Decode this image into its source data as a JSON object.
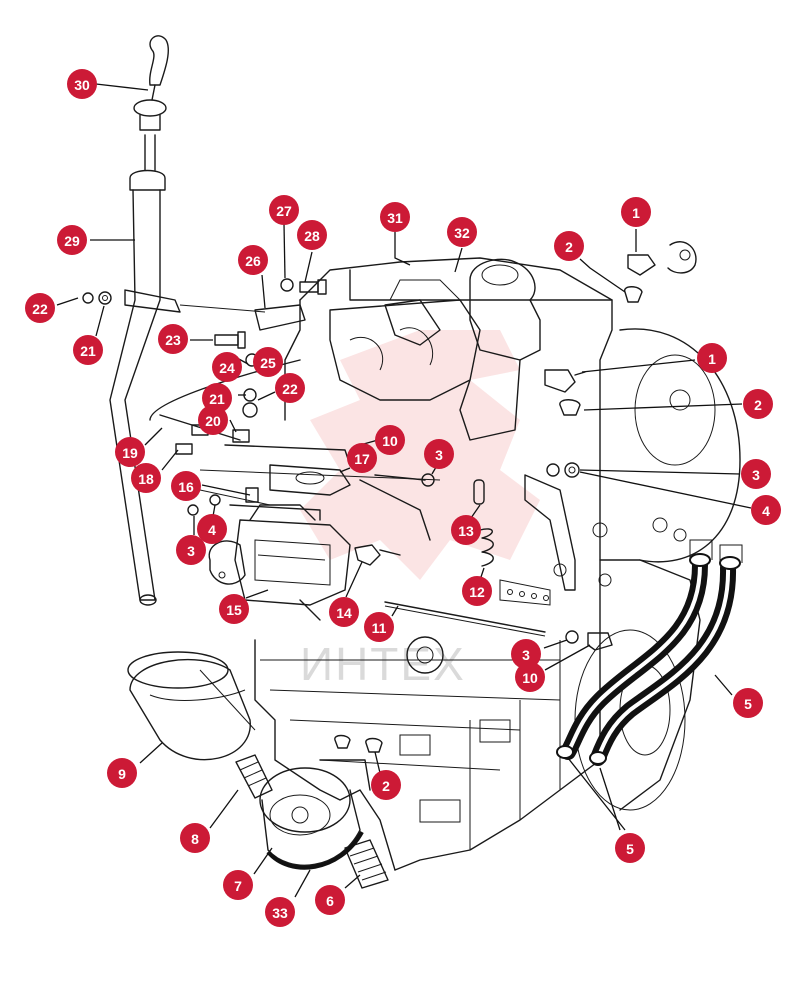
{
  "diagram": {
    "callouts": [
      {
        "id": "c30a",
        "label": "30"
      },
      {
        "id": "c29a",
        "label": "29"
      },
      {
        "id": "c22a",
        "label": "22"
      },
      {
        "id": "c21a",
        "label": "21"
      },
      {
        "id": "c27a",
        "label": "27"
      },
      {
        "id": "c28a",
        "label": "28"
      },
      {
        "id": "c26a",
        "label": "26"
      },
      {
        "id": "c31a",
        "label": "31"
      },
      {
        "id": "c32a",
        "label": "32"
      },
      {
        "id": "c1a",
        "label": "1"
      },
      {
        "id": "c2a",
        "label": "2"
      },
      {
        "id": "c23a",
        "label": "23"
      },
      {
        "id": "c24a",
        "label": "24"
      },
      {
        "id": "c25a",
        "label": "25"
      },
      {
        "id": "c21b",
        "label": "21"
      },
      {
        "id": "c22b",
        "label": "22"
      },
      {
        "id": "c20a",
        "label": "20"
      },
      {
        "id": "c1b",
        "label": "1"
      },
      {
        "id": "c2b",
        "label": "2"
      },
      {
        "id": "c19a",
        "label": "19"
      },
      {
        "id": "c18a",
        "label": "18"
      },
      {
        "id": "c10a",
        "label": "10"
      },
      {
        "id": "c3a",
        "label": "3"
      },
      {
        "id": "c17a",
        "label": "17"
      },
      {
        "id": "c3b",
        "label": "3"
      },
      {
        "id": "c4a",
        "label": "4"
      },
      {
        "id": "c16a",
        "label": "16"
      },
      {
        "id": "c4b",
        "label": "4"
      },
      {
        "id": "c3c",
        "label": "3"
      },
      {
        "id": "c13a",
        "label": "13"
      },
      {
        "id": "c12a",
        "label": "12"
      },
      {
        "id": "c15a",
        "label": "15"
      },
      {
        "id": "c14a",
        "label": "14"
      },
      {
        "id": "c11a",
        "label": "11"
      },
      {
        "id": "c3d",
        "label": "3"
      },
      {
        "id": "c10b",
        "label": "10"
      },
      {
        "id": "c5a",
        "label": "5"
      },
      {
        "id": "c9a",
        "label": "9"
      },
      {
        "id": "c2c",
        "label": "2"
      },
      {
        "id": "c8a",
        "label": "8"
      },
      {
        "id": "c5b",
        "label": "5"
      },
      {
        "id": "c7a",
        "label": "7"
      },
      {
        "id": "c33a",
        "label": "33"
      },
      {
        "id": "c6a",
        "label": "6"
      }
    ],
    "watermark": "ИНТЕХ",
    "colors": {
      "badge": "#cc1a36",
      "ink": "#1a1a1a",
      "watermark": "#f3b2b2"
    }
  }
}
